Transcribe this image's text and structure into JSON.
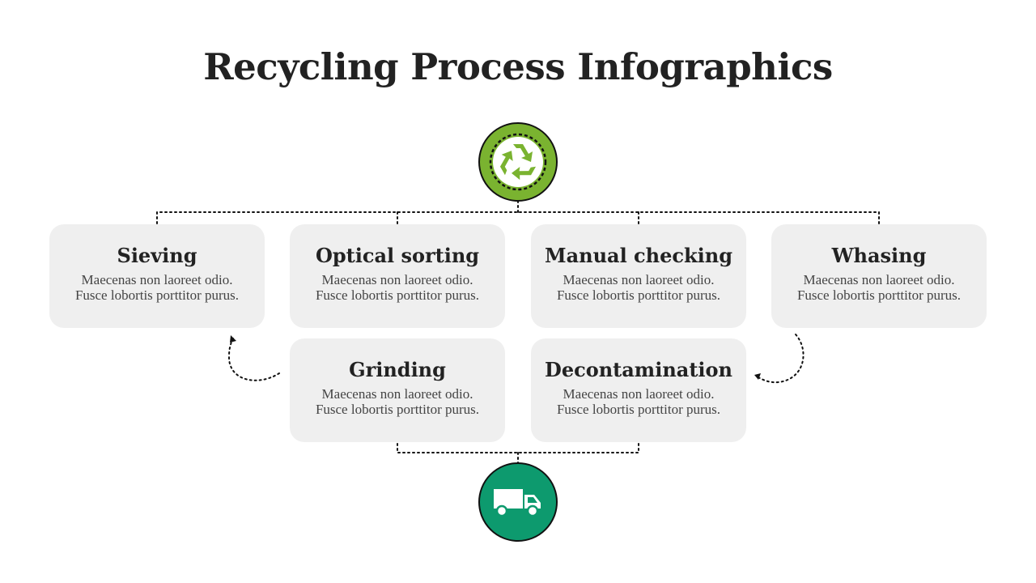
{
  "title": "Recycling Process Infographics",
  "colors": {
    "recycle": "#7ab330",
    "truck": "#0d9a6e",
    "card": "#efefef"
  },
  "icons": {
    "top": "recycle-icon",
    "bottom": "truck-icon"
  },
  "steps": [
    {
      "title": "Sieving",
      "desc": "Maecenas non laoreet odio.\nFusce lobortis porttitor purus."
    },
    {
      "title": "Optical sorting",
      "desc": "Maecenas non laoreet odio.\nFusce lobortis porttitor purus."
    },
    {
      "title": "Manual checking",
      "desc": "Maecenas non laoreet odio.\nFusce lobortis porttitor purus."
    },
    {
      "title": "Whasing",
      "desc": "Maecenas non laoreet odio.\nFusce lobortis porttitor purus."
    },
    {
      "title": "Grinding",
      "desc": "Maecenas non laoreet odio.\nFusce lobortis porttitor purus."
    },
    {
      "title": "Decontamination",
      "desc": "Maecenas non laoreet odio.\nFusce lobortis porttitor purus."
    }
  ]
}
